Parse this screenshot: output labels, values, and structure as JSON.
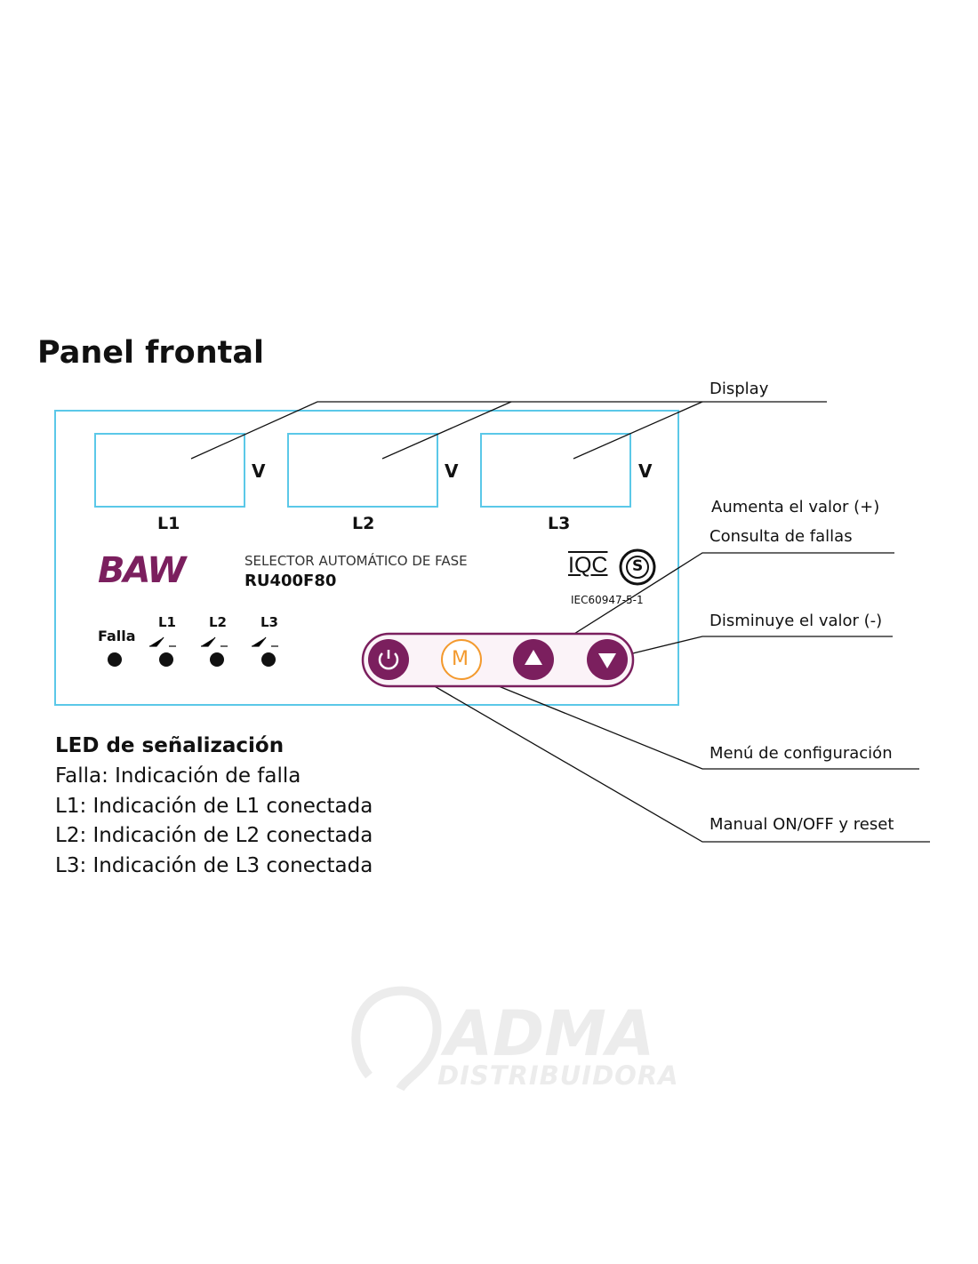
{
  "title": "Panel frontal",
  "panel": {
    "displays": [
      {
        "label": "L1",
        "unit": "V"
      },
      {
        "label": "L2",
        "unit": "V"
      },
      {
        "label": "L3",
        "unit": "V"
      }
    ],
    "brand": "BAW",
    "product_name": "SELECTOR AUTOMÁTICO DE FASE",
    "model": "RU400F80",
    "cert_iqc": "IQC",
    "cert_s": "S",
    "standard": "IEC60947-5-1",
    "leds": [
      "Falla",
      "L1",
      "L2",
      "L3"
    ],
    "buttons": {
      "menu": "M"
    },
    "colors": {
      "panel_border": "#5bc8e8",
      "purple": "#7b1f5e",
      "orange": "#f39a2e"
    }
  },
  "callouts": {
    "display": "Display",
    "increase": "Aumenta el valor (+)",
    "faults": "Consulta de fallas",
    "decrease": "Disminuye el valor (-)",
    "menu": "Menú de configuración",
    "manual": "Manual ON/OFF y reset"
  },
  "legend": {
    "heading": "LED de señalización",
    "items": [
      "Falla: Indicación de falla",
      "L1: Indicación de L1 conectada",
      "L2: Indicación de L2 conectada",
      "L3: Indicación de L3 conectada"
    ]
  },
  "watermark": {
    "name": "ADMA",
    "sub": "DISTRIBUIDORA"
  }
}
